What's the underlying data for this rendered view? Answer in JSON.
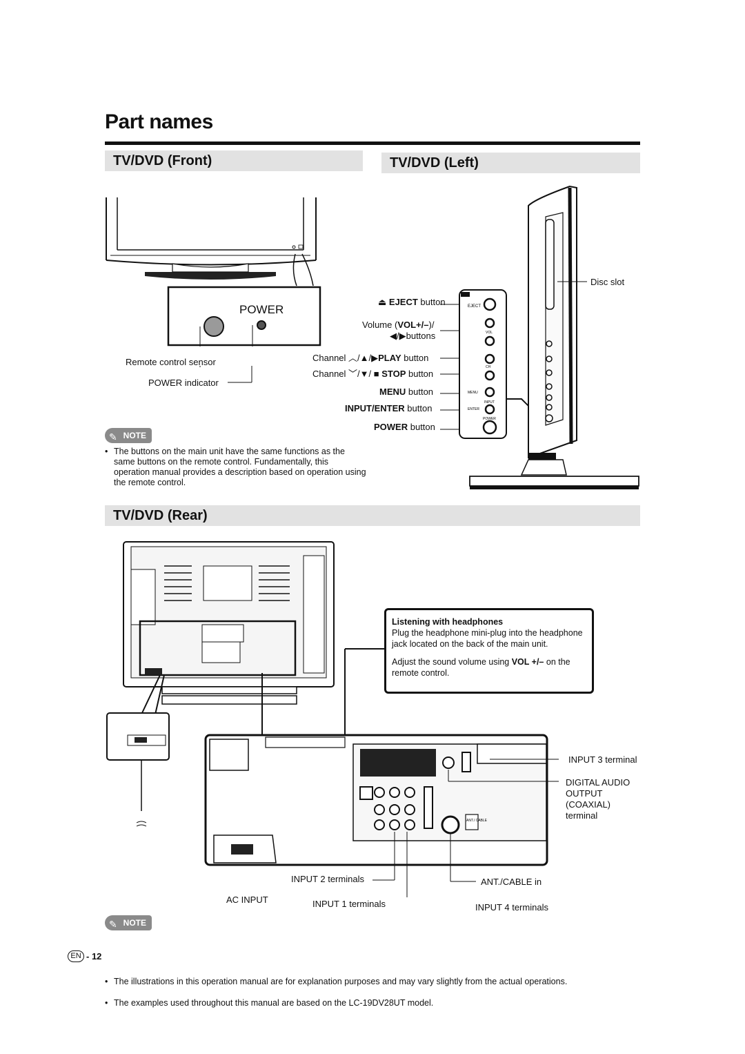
{
  "page": {
    "title": "Part names",
    "page_lang": "EN",
    "page_number": "- 12"
  },
  "sections": {
    "front": "TV/DVD (Front)",
    "left": "TV/DVD (Left)",
    "rear": "TV/DVD (Rear)"
  },
  "front": {
    "power_panel_label": "POWER",
    "remote_sensor": "Remote control sensor",
    "power_indicator": "POWER indicator"
  },
  "left": {
    "eject": "EJECT",
    "eject_suffix": " button",
    "volume_prefix": "Volume (",
    "volume_key": "VOL+/–",
    "volume_suffix": ")/",
    "volume_line2": "◀/▶buttons",
    "channel_up_prefix": "Channel ︿/▲/▶",
    "channel_up_key": "PLAY",
    "channel_up_suffix": " button",
    "channel_down_prefix": "Channel ﹀/▼/ ■ ",
    "channel_down_key": "STOP",
    "channel_down_suffix": " button",
    "menu_key": "MENU",
    "menu_suffix": " button",
    "input_key": "INPUT/ENTER",
    "input_suffix": " button",
    "power_key": "POWER",
    "power_suffix": " button",
    "disc_slot": "Disc slot",
    "panel_eject": "EJECT",
    "panel_vol": "VOL",
    "panel_ch": "CH",
    "panel_menu": "MENU",
    "panel_input": "INPUT",
    "panel_enter": "ENTER",
    "panel_power": "POWER"
  },
  "note1": {
    "badge": "NOTE",
    "bullets": [
      "The buttons on the main unit have the same functions as the same buttons on the remote control. Fundamentally, this operation manual provides a description based on operation using the remote control."
    ]
  },
  "headphones": {
    "title": "Listening with headphones",
    "text1": "Plug the headphone mini-plug into the headphone jack located on the back of the main unit.",
    "text2_prefix": "Adjust the sound volume using ",
    "text2_key": "VOL +/–",
    "text2_suffix": " on the remote control."
  },
  "rear": {
    "input3": "INPUT 3 terminal",
    "digital_audio": [
      "DIGITAL AUDIO",
      "OUTPUT",
      "(COAXIAL)",
      "terminal"
    ],
    "input2": "INPUT 2 terminals",
    "ant_cable": "ANT./CABLE in",
    "ac_input": "AC INPUT",
    "input1": "INPUT 1 terminals",
    "input4": "INPUT 4 terminals",
    "ant_panel": "ANT./ CABLE"
  },
  "note2": {
    "badge": "NOTE",
    "bullets": [
      "The illustrations in this operation manual are for explanation purposes and may vary slightly from the actual operations.",
      "The examples used throughout this manual are based on the LC-19DV28UT model."
    ]
  }
}
